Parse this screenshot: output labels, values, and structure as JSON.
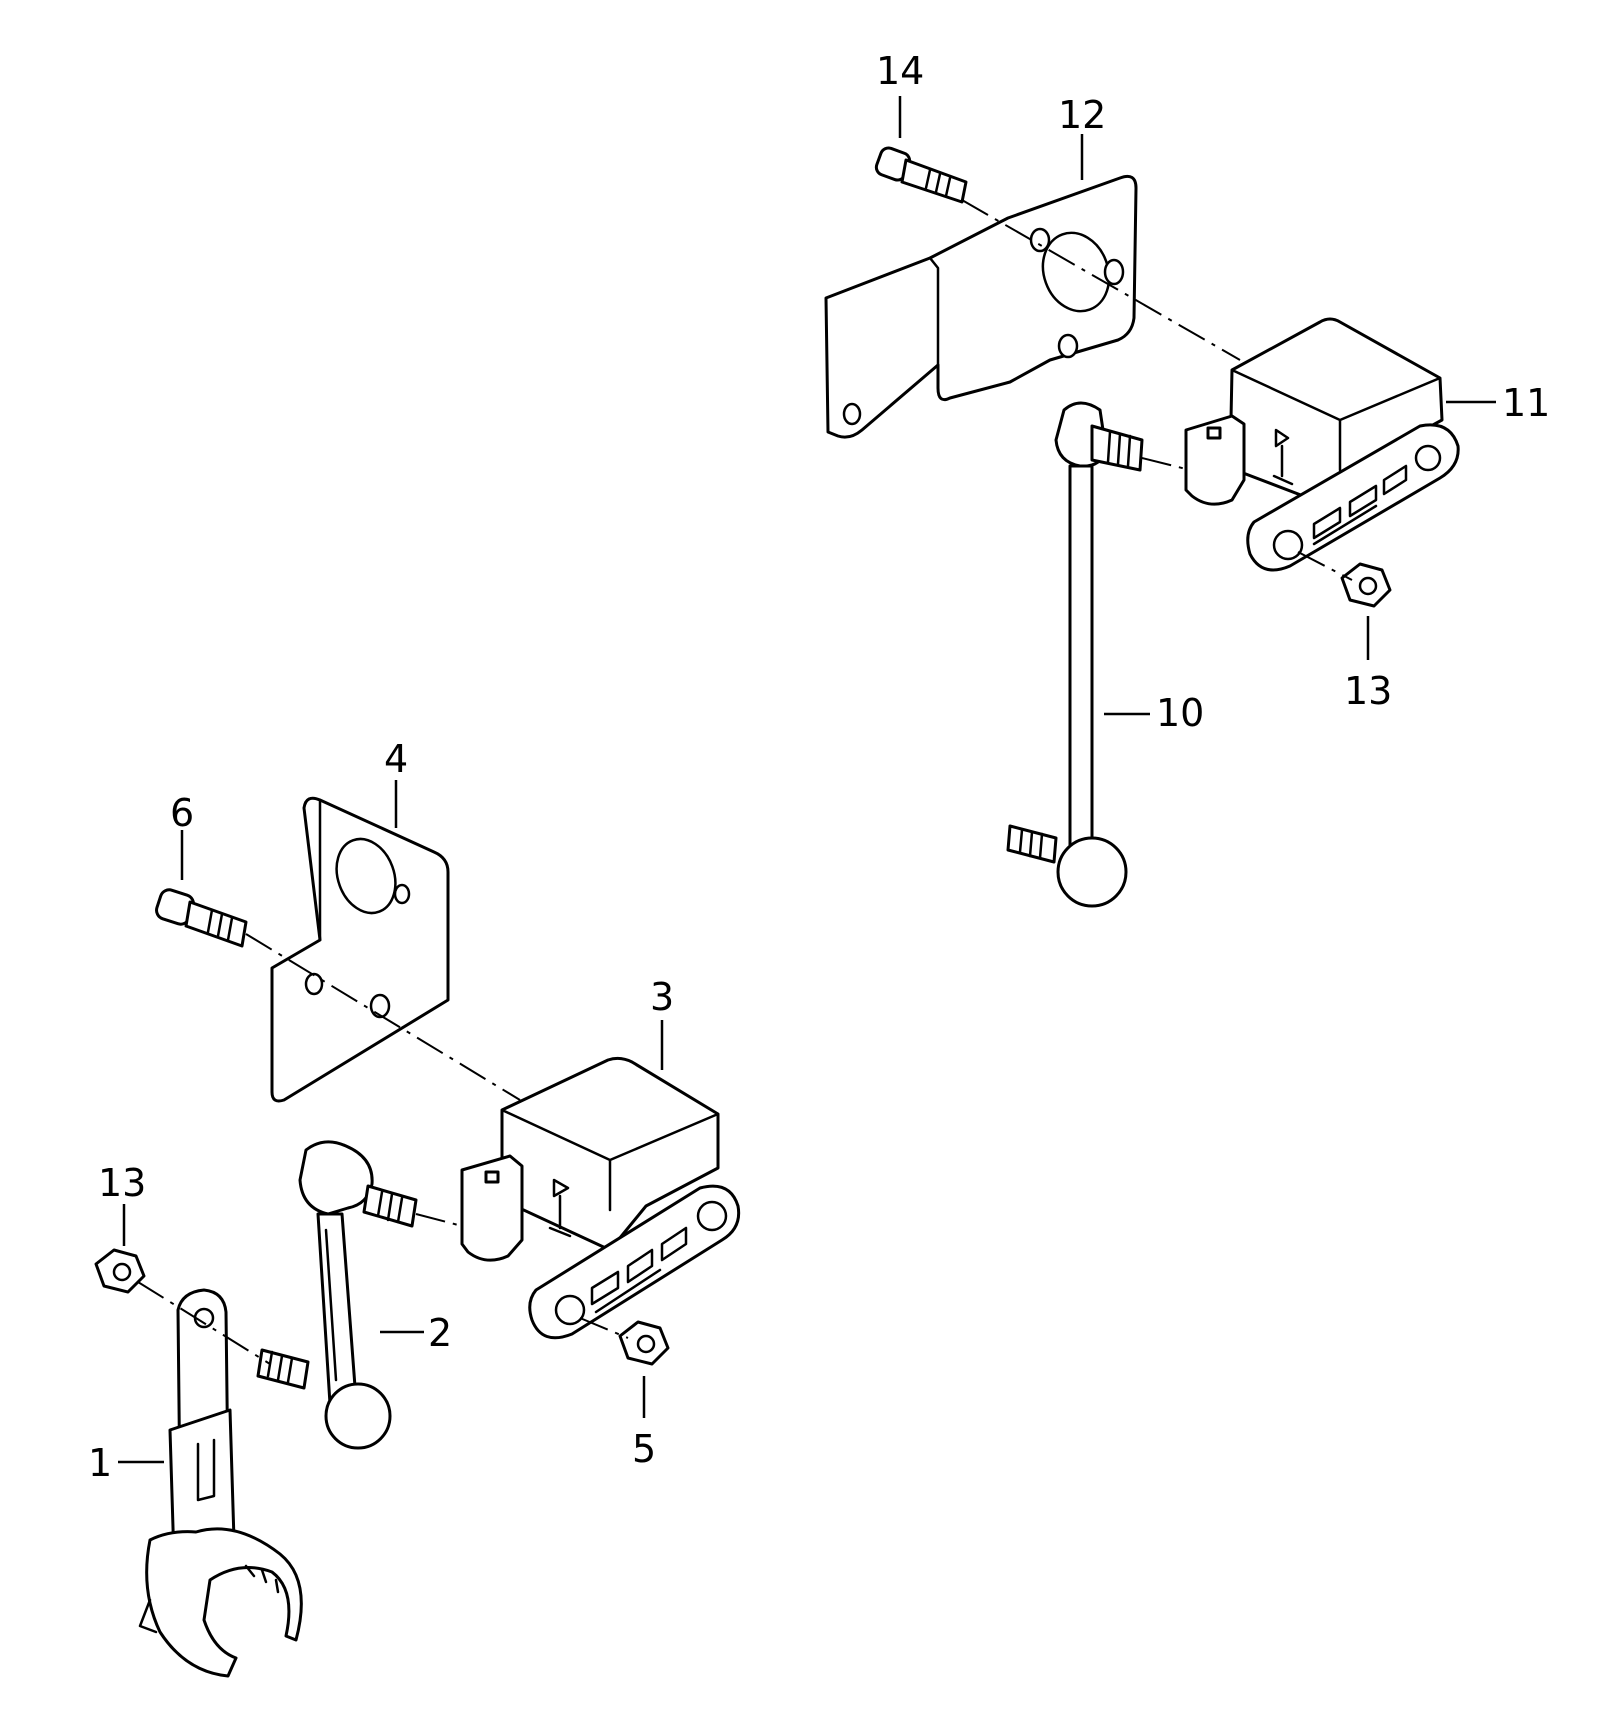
{
  "callouts": {
    "c1": "1",
    "c2": "2",
    "c3": "3",
    "c4": "4",
    "c5": "5",
    "c6": "6",
    "c10": "10",
    "c11": "11",
    "c12": "12",
    "c13a": "13",
    "c13b": "13",
    "c14": "14"
  }
}
